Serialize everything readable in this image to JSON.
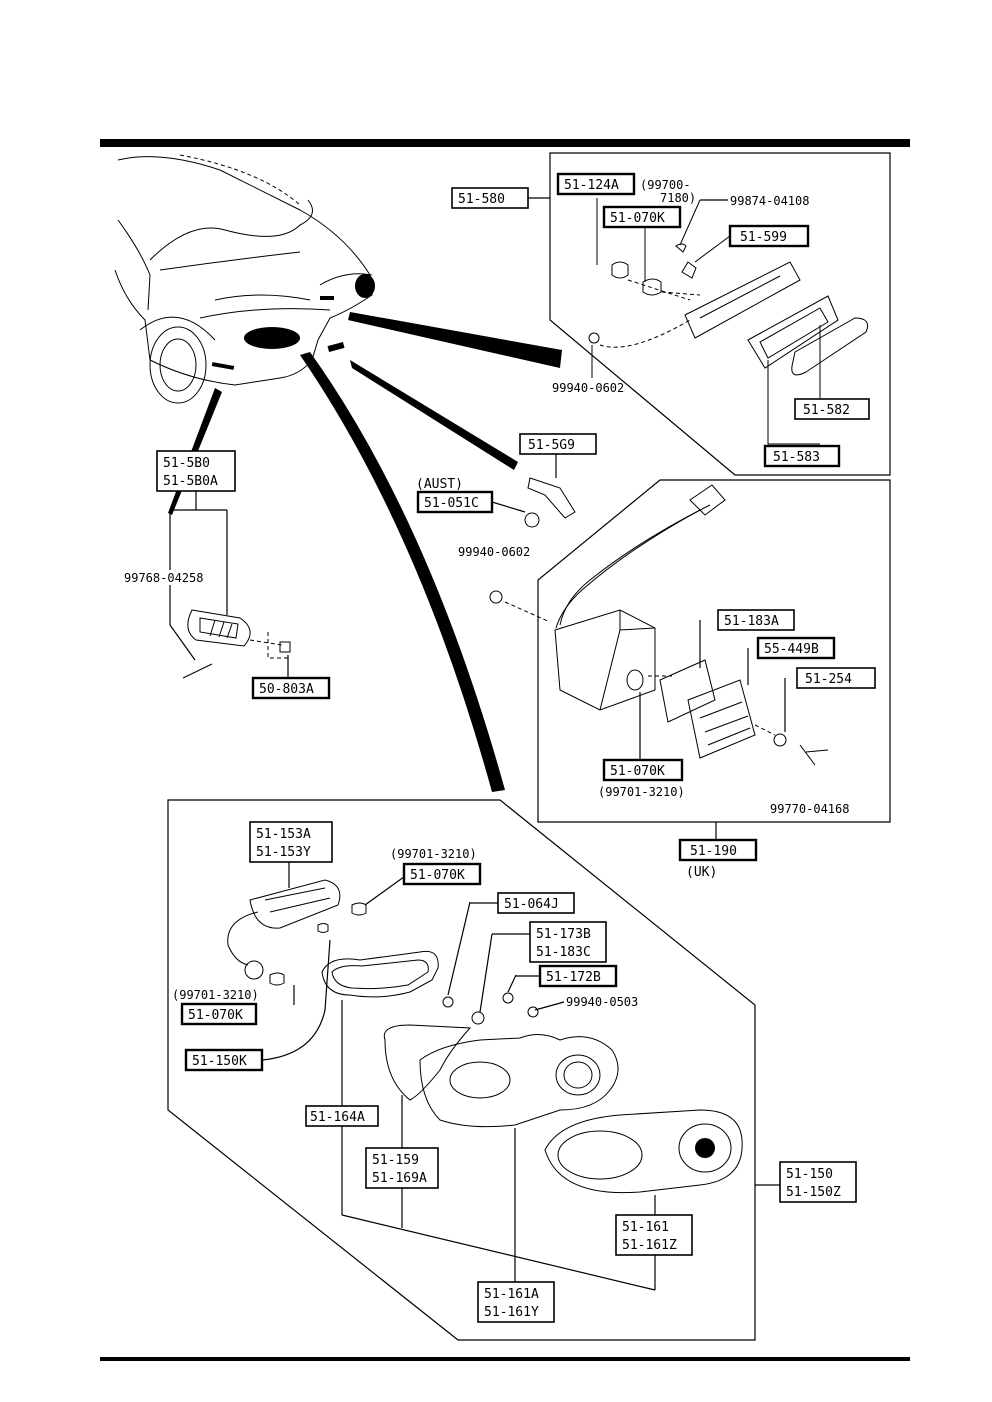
{
  "labels": {
    "p_51_580": "51-580",
    "p_51_124A": "51-124A",
    "n_99700_7180_a": "(99700-",
    "n_99700_7180_b": "7180)",
    "p_99874_04108": "99874-04108",
    "p_51_070K_top": "51-070K",
    "p_51_599": "51-599",
    "p_99940_0602_top": "99940-0602",
    "p_51_582": "51-582",
    "p_51_583": "51-583",
    "p_51_5B0": "51-5B0",
    "p_51_5B0A": "51-5B0A",
    "p_99768_04258": "99768-04258",
    "p_50_803A": "50-803A",
    "p_51_5G9": "51-5G9",
    "n_aust": "(AUST)",
    "p_51_051C": "51-051C",
    "p_99940_0602_mid": "99940-0602",
    "p_51_183A": "51-183A",
    "p_55_449B": "55-449B",
    "p_51_254": "51-254",
    "p_51_070K_uk": "51-070K",
    "n_99701_3210_uk": "(99701-3210)",
    "p_99770_04168": "99770-04168",
    "p_51_190": "51-190",
    "n_uk": "(UK)",
    "p_51_153A": "51-153A",
    "p_51_153Y": "51-153Y",
    "n_99701_3210_a": "(99701-3210)",
    "p_51_070K_a": "51-070K",
    "n_99701_3210_b": "(99701-3210)",
    "p_51_070K_b": "51-070K",
    "p_51_150K": "51-150K",
    "p_51_064J": "51-064J",
    "p_51_173B": "51-173B",
    "p_51_183C": "51-183C",
    "p_51_172B": "51-172B",
    "p_99940_0503": "99940-0503",
    "p_51_164A": "51-164A",
    "p_51_159": "51-159",
    "p_51_169A": "51-169A",
    "p_51_150": "51-150",
    "p_51_150Z": "51-150Z",
    "p_51_161": "51-161",
    "p_51_161Z": "51-161Z",
    "p_51_161A": "51-161A",
    "p_51_161Y": "51-161Y"
  }
}
